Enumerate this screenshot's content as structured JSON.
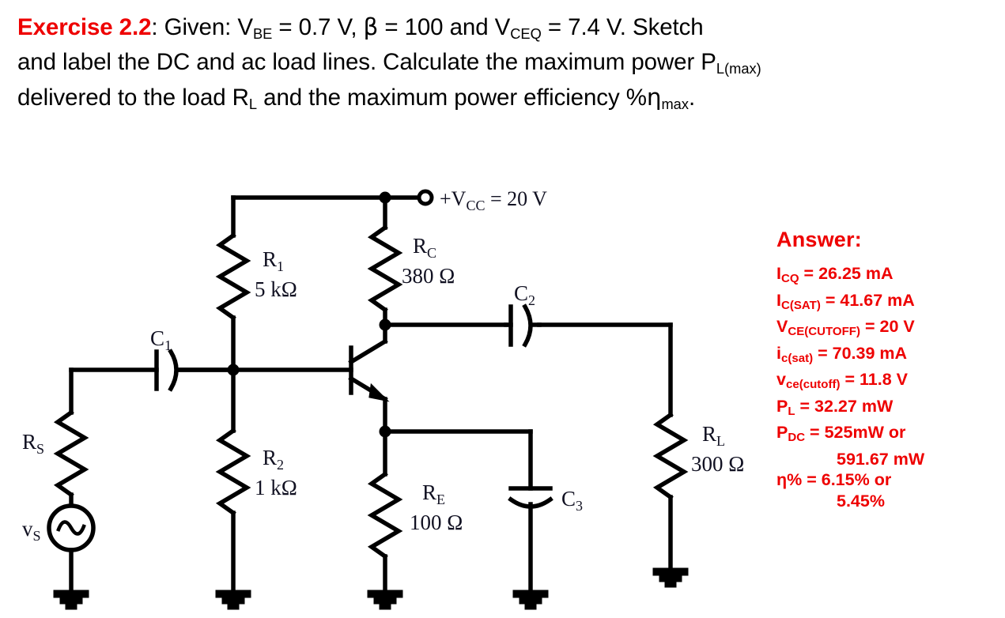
{
  "problem": {
    "exercise_label": "Exercise 2.2",
    "colon": ":",
    "line1_a": "  Given: V",
    "line1_vbe_sub": "BE",
    "line1_b": " = 0.7 V,  ",
    "line1_beta": "β",
    "line1_c": " = 100  and  V",
    "line1_vceq_sub": "CEQ",
    "line1_d": " = 7.4 V.  Sketch",
    "line2_a": "and label the DC and ac load lines.  Calculate the maximum power P",
    "line2_sub": "L(max)",
    "line3_a": "delivered to the load R",
    "line3_sub1": "L",
    "line3_b": " and the maximum power efficiency  %",
    "line3_eta": "η",
    "line3_sub2": "max",
    "line3_c": "."
  },
  "answer": {
    "title": "Answer:",
    "accent_color": "#ee0000",
    "lines": [
      {
        "symbol": "I",
        "sub": "CQ",
        "rest": " = 26.25 mA",
        "indent": false
      },
      {
        "symbol": "I",
        "sub": "C(SAT)",
        "rest": " = 41.67 mA",
        "indent": false
      },
      {
        "symbol": "V",
        "sub": "CE(CUTOFF)",
        "rest": " = 20 V",
        "indent": false
      },
      {
        "symbol": "i",
        "sub": "c(sat)",
        "rest": " = 70.39 mA",
        "indent": false
      },
      {
        "symbol": "v",
        "sub": "ce(cutoff)",
        "rest": " = 11.8 V",
        "indent": false
      },
      {
        "symbol": "P",
        "sub": "L",
        "rest": " = 32.27 mW",
        "indent": false
      },
      {
        "symbol": "P",
        "sub": "DC",
        "rest": " = 525mW or",
        "indent": false
      },
      {
        "symbol": "",
        "sub": "",
        "rest": "591.67 mW",
        "indent": true
      },
      {
        "symbol": "η%",
        "sub": "",
        "rest": " = 6.15% or",
        "indent": false
      },
      {
        "symbol": "",
        "sub": "",
        "rest": "5.45%",
        "indent": true
      }
    ]
  },
  "circuit": {
    "supply": {
      "name": "+V",
      "sub": "CC",
      "value": " = 20 V"
    },
    "components": {
      "r1": {
        "name": "R",
        "sub": "1",
        "value": "5 kΩ"
      },
      "r2": {
        "name": "R",
        "sub": "2",
        "value": "1 kΩ"
      },
      "rc": {
        "name": "R",
        "sub": "C",
        "value": "380 Ω"
      },
      "re": {
        "name": "R",
        "sub": "E",
        "value": "100 Ω"
      },
      "rl": {
        "name": "R",
        "sub": "L",
        "value": "300 Ω"
      },
      "rs": {
        "name": "R",
        "sub": "S",
        "value": ""
      },
      "c1": {
        "name": "C",
        "sub": "1",
        "value": ""
      },
      "c2": {
        "name": "C",
        "sub": "2",
        "value": ""
      },
      "c3": {
        "name": "C",
        "sub": "3",
        "value": ""
      },
      "vs": {
        "name": "v",
        "sub": "S",
        "value": ""
      }
    },
    "stroke_color": "#000000",
    "label_color": "#111122"
  }
}
